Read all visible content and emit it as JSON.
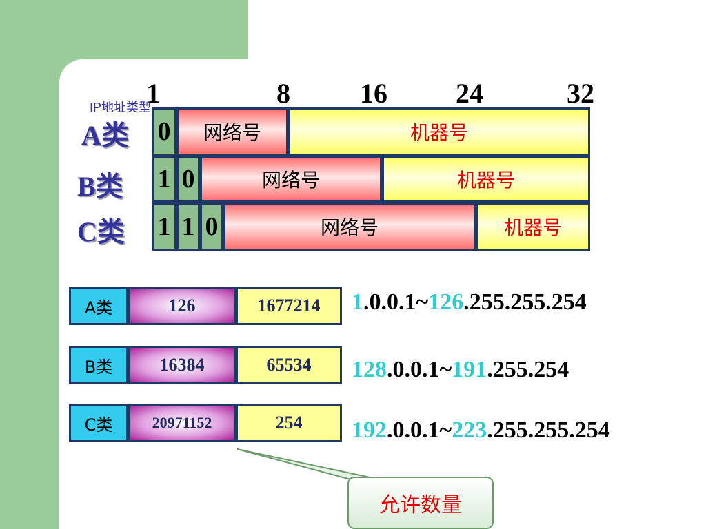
{
  "bit_positions": [
    "1",
    "8",
    "16",
    "24",
    "32"
  ],
  "ip_type_label": "IP地址类型",
  "classes": [
    {
      "label": "A类",
      "bits": [
        "0"
      ],
      "net": "网络号",
      "host": "机器号"
    },
    {
      "label": "B类",
      "bits": [
        "1",
        "0"
      ],
      "net": "网络号",
      "host": "机器号"
    },
    {
      "label": "C类",
      "bits": [
        "1",
        "1",
        "0"
      ],
      "net": "网络号",
      "host": "机器号"
    }
  ],
  "counts": [
    {
      "label": "A类",
      "net_count": "126",
      "host_count": "1677214"
    },
    {
      "label": "B类",
      "net_count": "16384",
      "host_count": "65534"
    },
    {
      "label": "C类",
      "net_count": "20971152",
      "host_count": "254"
    }
  ],
  "ranges": [
    {
      "start_hl": "1",
      "start_rest": ".0.0.1~",
      "end_hl": "126",
      "end_rest": ".255.255.254"
    },
    {
      "start_hl": "128",
      "start_rest": ".0.0.1~",
      "end_hl": "191",
      "end_rest": ".255.254"
    },
    {
      "start_hl": "192",
      "start_rest": ".0.0.1~",
      "end_hl": "223",
      "end_rest": ".255.255.254"
    }
  ],
  "callout": "允许数量",
  "colors": {
    "accent_green": "#99cc99",
    "highlight_cyan": "#33cccc",
    "host_red": "#e00000",
    "frame_navy": "#1f3864"
  }
}
